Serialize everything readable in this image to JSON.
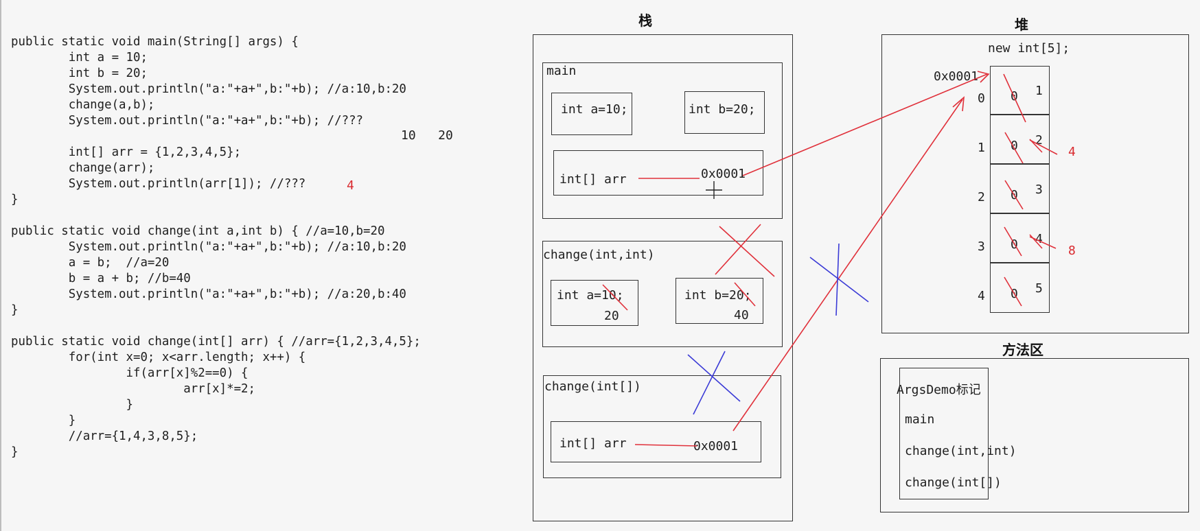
{
  "code": [
    "public static void main(String[] args) {",
    "        int a = 10;",
    "        int b = 20;",
    "        System.out.println(\"a:\"+a+\",b:\"+b); //a:10,b:20",
    "        change(a,b);",
    "        System.out.println(\"a:\"+a+\",b:\"+b); //???",
    "",
    "        int[] arr = {1,2,3,4,5};",
    "        change(arr);",
    "        System.out.println(arr[1]); //???",
    "}",
    "",
    "public static void change(int a,int b) { //a=10,b=20",
    "        System.out.println(\"a:\"+a+\",b:\"+b); //a:10,b:20",
    "        a = b;  //a=20",
    "        b = a + b; //b=40",
    "        System.out.println(\"a:\"+a+\",b:\"+b); //a:20,b:40",
    "}",
    "",
    "public static void change(int[] arr) { //arr={1,2,3,4,5};",
    "        for(int x=0; x<arr.length; x++) {",
    "                if(arr[x]%2==0) {",
    "                        arr[x]*=2;",
    "                }",
    "        }",
    "        //arr={1,4,3,8,5};",
    "}"
  ],
  "annotations": {
    "answer_ab": "10   20",
    "answer_arr1": "4"
  },
  "stack": {
    "title": "栈",
    "main": {
      "label": "main",
      "int_a": "int a=10;",
      "int_b": "int b=20;",
      "arr_name": "int[] arr",
      "arr_ref": "0x0001"
    },
    "change_int": {
      "label": "change(int,int)",
      "int_a": "int a=10;",
      "a_new": "20",
      "int_b": "int b=20;",
      "b_new": "40"
    },
    "change_arr": {
      "label": "change(int[])",
      "arr_name": "int[] arr",
      "arr_ref": "0x0001"
    }
  },
  "heap": {
    "title": "堆",
    "new_label": "new int[5];",
    "address": "0x0001",
    "cells": [
      {
        "index": "0",
        "old": "0",
        "value": "1",
        "changed": ""
      },
      {
        "index": "1",
        "old": "0",
        "value": "2",
        "changed": "4"
      },
      {
        "index": "2",
        "old": "0",
        "value": "3",
        "changed": ""
      },
      {
        "index": "3",
        "old": "0",
        "value": "4",
        "changed": "8"
      },
      {
        "index": "4",
        "old": "0",
        "value": "5",
        "changed": ""
      }
    ]
  },
  "method_area": {
    "title": "方法区",
    "class_label": "ArgsDemo标记",
    "items": [
      "main",
      "change(int,int)",
      "change(int[])"
    ]
  }
}
